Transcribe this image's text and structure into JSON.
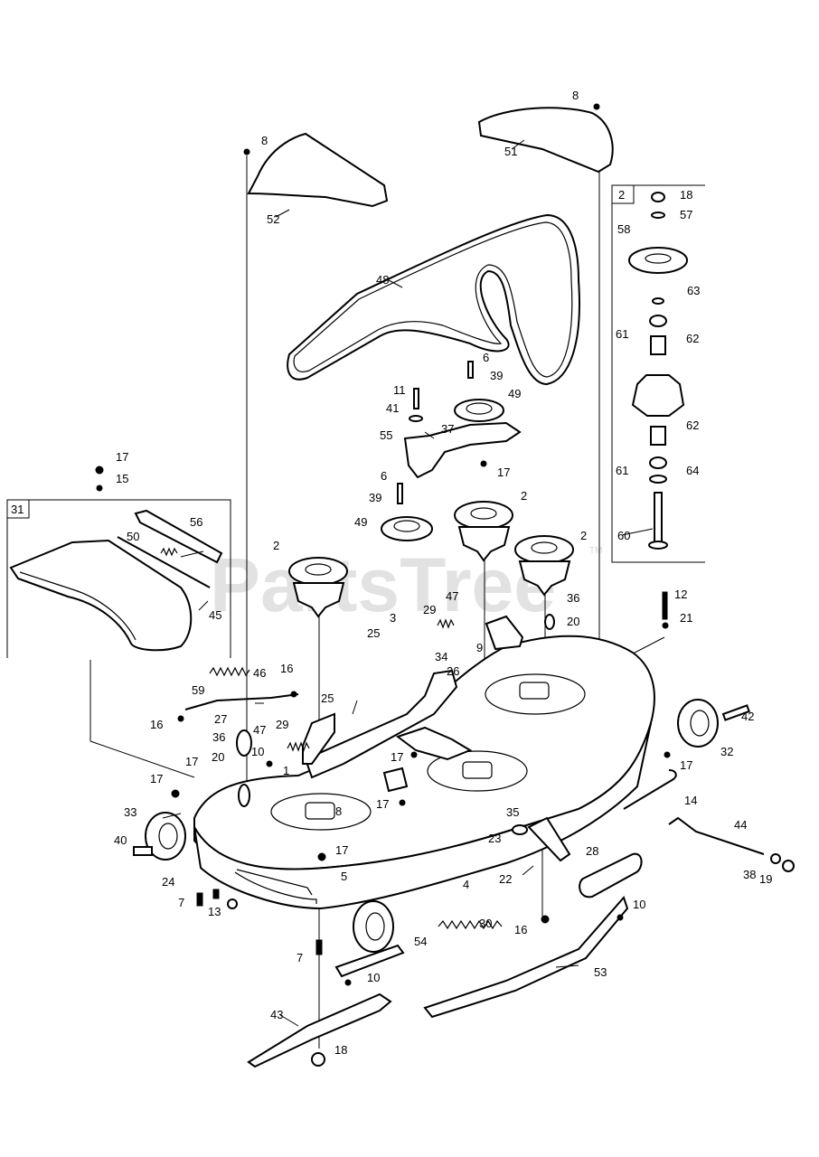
{
  "watermark": {
    "text": "PartsTree",
    "tm": "TM"
  },
  "inset_boxes": {
    "spindle_assembly": "2",
    "deflector_assembly": "31"
  },
  "callouts": [
    {
      "id": "c8a",
      "text": "8"
    },
    {
      "id": "c8b",
      "text": "8"
    },
    {
      "id": "c51",
      "text": "51"
    },
    {
      "id": "c52",
      "text": "52"
    },
    {
      "id": "c48",
      "text": "48"
    },
    {
      "id": "c6a",
      "text": "6"
    },
    {
      "id": "c39a",
      "text": "39"
    },
    {
      "id": "c11",
      "text": "11"
    },
    {
      "id": "c49a",
      "text": "49"
    },
    {
      "id": "c41",
      "text": "41"
    },
    {
      "id": "c37",
      "text": "37"
    },
    {
      "id": "c55",
      "text": "55"
    },
    {
      "id": "c17a",
      "text": "17"
    },
    {
      "id": "c6b",
      "text": "6"
    },
    {
      "id": "c39b",
      "text": "39"
    },
    {
      "id": "c2a",
      "text": "2"
    },
    {
      "id": "c49b",
      "text": "49"
    },
    {
      "id": "c2b",
      "text": "2"
    },
    {
      "id": "c2c",
      "text": "2"
    },
    {
      "id": "c17b",
      "text": "17"
    },
    {
      "id": "c15",
      "text": "15"
    },
    {
      "id": "c56",
      "text": "56"
    },
    {
      "id": "c50",
      "text": "50"
    },
    {
      "id": "c45",
      "text": "45"
    },
    {
      "id": "c47a",
      "text": "47"
    },
    {
      "id": "c29a",
      "text": "29"
    },
    {
      "id": "c3",
      "text": "3"
    },
    {
      "id": "c36a",
      "text": "36"
    },
    {
      "id": "c12",
      "text": "12"
    },
    {
      "id": "c21",
      "text": "21"
    },
    {
      "id": "c20a",
      "text": "20"
    },
    {
      "id": "c25a",
      "text": "25"
    },
    {
      "id": "c9",
      "text": "9"
    },
    {
      "id": "c34",
      "text": "34"
    },
    {
      "id": "c26",
      "text": "26"
    },
    {
      "id": "c59",
      "text": "59"
    },
    {
      "id": "c46",
      "text": "46"
    },
    {
      "id": "c16a",
      "text": "16"
    },
    {
      "id": "c16b",
      "text": "16"
    },
    {
      "id": "c25b",
      "text": "25"
    },
    {
      "id": "c27",
      "text": "27"
    },
    {
      "id": "c36b",
      "text": "36"
    },
    {
      "id": "c47b",
      "text": "47"
    },
    {
      "id": "c29b",
      "text": "29"
    },
    {
      "id": "c10a",
      "text": "10"
    },
    {
      "id": "c1",
      "text": "1"
    },
    {
      "id": "c17c",
      "text": "17"
    },
    {
      "id": "c20b",
      "text": "20"
    },
    {
      "id": "c17d",
      "text": "17"
    },
    {
      "id": "c42",
      "text": "42"
    },
    {
      "id": "c32",
      "text": "32"
    },
    {
      "id": "c17e",
      "text": "17"
    },
    {
      "id": "c14",
      "text": "14"
    },
    {
      "id": "c17f",
      "text": "17"
    },
    {
      "id": "c8c",
      "text": "8"
    },
    {
      "id": "c17g",
      "text": "17"
    },
    {
      "id": "c33",
      "text": "33"
    },
    {
      "id": "c35",
      "text": "35"
    },
    {
      "id": "c23",
      "text": "23"
    },
    {
      "id": "c44",
      "text": "44"
    },
    {
      "id": "c40",
      "text": "40"
    },
    {
      "id": "c28",
      "text": "28"
    },
    {
      "id": "c17h",
      "text": "17"
    },
    {
      "id": "c22",
      "text": "22"
    },
    {
      "id": "c38",
      "text": "38"
    },
    {
      "id": "c19",
      "text": "19"
    },
    {
      "id": "c24",
      "text": "24"
    },
    {
      "id": "c5",
      "text": "5"
    },
    {
      "id": "c4",
      "text": "4"
    },
    {
      "id": "c7a",
      "text": "7"
    },
    {
      "id": "c13",
      "text": "13"
    },
    {
      "id": "c30",
      "text": "30"
    },
    {
      "id": "c16c",
      "text": "16"
    },
    {
      "id": "c10b",
      "text": "10"
    },
    {
      "id": "c54",
      "text": "54"
    },
    {
      "id": "c7b",
      "text": "7"
    },
    {
      "id": "c53",
      "text": "53"
    },
    {
      "id": "c10c",
      "text": "10"
    },
    {
      "id": "c43",
      "text": "43"
    },
    {
      "id": "c18a",
      "text": "18"
    },
    {
      "id": "c18b",
      "text": "18"
    },
    {
      "id": "c57",
      "text": "57"
    },
    {
      "id": "c58",
      "text": "58"
    },
    {
      "id": "c63",
      "text": "63"
    },
    {
      "id": "c61a",
      "text": "61"
    },
    {
      "id": "c62a",
      "text": "62"
    },
    {
      "id": "c62b",
      "text": "62"
    },
    {
      "id": "c61b",
      "text": "61"
    },
    {
      "id": "c64",
      "text": "64"
    },
    {
      "id": "c60",
      "text": "60"
    }
  ]
}
